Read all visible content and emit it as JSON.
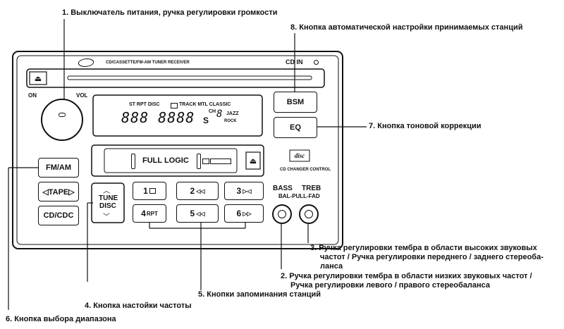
{
  "callouts": {
    "c1": "1. Выключатель питания, ручка регулировки громкости",
    "c8": "8. Кнопка автоматической настройки принимаемых станций",
    "c7": "7. Кнопка тоновой коррекции",
    "c3_l1": "3. Ручка регулировки тембра в области высоких звуковых",
    "c3_l2": "частот / Ручка регулировки переднего / заднего стереоба-",
    "c3_l3": "ланса",
    "c2_l1": "2. Ручка регулировки тембра в области низких звуковых частот /",
    "c2_l2": "Ручка регулировки левого / правого стереобаланса",
    "c5": "5. Кнопки запоминания станций",
    "c4": "4. Кнопка настойки частоты",
    "c6": "6. Кнопка выбора диапазона"
  },
  "panel": {
    "header": "CD/CASSETTE/FM-AM TUNER RECEIVER",
    "cd_in": "CD IN",
    "on": "ON",
    "vol": "VOL",
    "display_indicators": "ST  RPT  DISC",
    "display_indicators2": "TRACK  MTL  CLASSIC",
    "display_digits": "888 8888",
    "display_ch": "CH",
    "display_jazz": "JAZZ",
    "display_rock": "ROCK",
    "display_s": "S",
    "full_logic": "FULL LOGIC",
    "cd_changer_control": "CD CHANGER CONTROL",
    "bass": "BASS",
    "treb": "TREB",
    "bal_pull_fad": "BAL-PULL-FAD",
    "tune_disc_1": "TUNE",
    "tune_disc_2": "DISC"
  },
  "buttons": {
    "bsm": "BSM",
    "eq": "EQ",
    "fm_am": "FM/AM",
    "tape": "◁TAPE▷",
    "cd_cdc": "CD/CDC",
    "p1": "1",
    "p2": "2",
    "p3": "3",
    "p4": "4",
    "p4_sub": "RPT",
    "p5": "5",
    "p6": "6"
  }
}
